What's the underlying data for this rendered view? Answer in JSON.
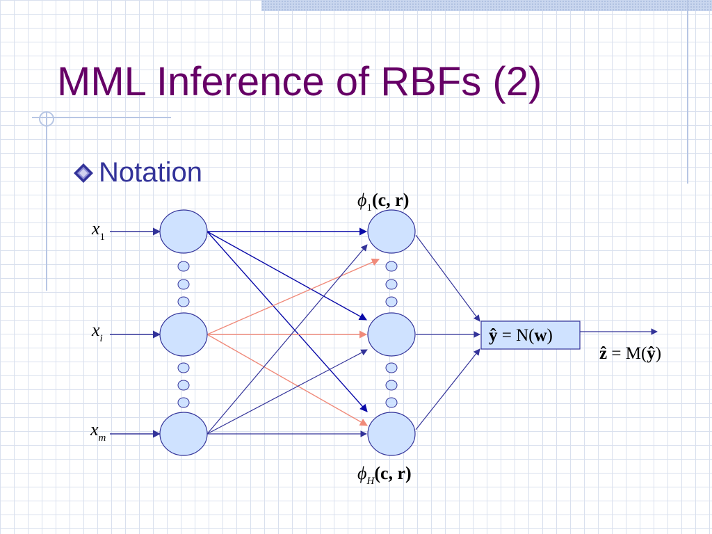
{
  "slide": {
    "title": "MML Inference of RBFs (2)",
    "bullet": "Notation"
  },
  "diagram": {
    "inputs": [
      {
        "var": "x",
        "sub": "1"
      },
      {
        "var": "x",
        "sub": "i"
      },
      {
        "var": "x",
        "sub": "m"
      }
    ],
    "hidden_top_label": {
      "phi": "ϕ",
      "sub": "1",
      "args": "(c, r)"
    },
    "hidden_bottom_label": {
      "phi": "ϕ",
      "sub": "H",
      "args": "(c, r)"
    },
    "output_box": {
      "lhs": "ŷ",
      "eq": " = N(",
      "arg": "w",
      "close": ")"
    },
    "final_output": {
      "lhs": "ẑ",
      "eq": " = M(",
      "arg": "ŷ",
      "close": ")"
    }
  },
  "colors": {
    "title": "#660066",
    "bullet_text": "#333399",
    "node_fill": "#cfe2ff",
    "input_arrow": "#333399",
    "blue_arrow": "#0a0aa8",
    "salmon_arrow": "#f08a7a",
    "grid": "#d9e0ee"
  }
}
